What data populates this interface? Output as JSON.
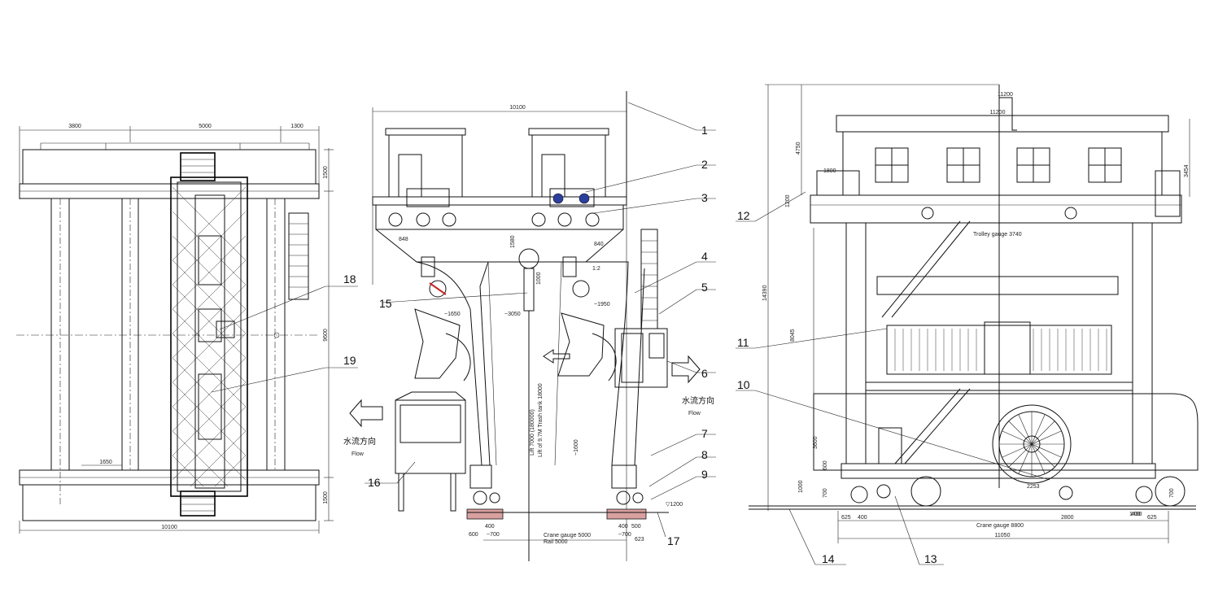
{
  "left_view": {
    "dims_top": [
      "3800",
      "5000",
      "1300"
    ],
    "dim_right_top": "1500",
    "dim_right_mid": "9600",
    "dim_right_bot": "1500",
    "dim_inner": "1650",
    "dim_bottom": "10100",
    "callouts": [
      "18",
      "19"
    ]
  },
  "middle_view": {
    "dim_top": "10100",
    "dims_mid": [
      "848",
      "840",
      "1580",
      "1000",
      "~1650",
      "~3050",
      "~1950"
    ],
    "vertical_labels": [
      "Lift 7000 (180000)",
      "Lift of 9.7M Trash tank 18000",
      "~1600"
    ],
    "dims_bottom_left": [
      "600",
      "400",
      "~700"
    ],
    "dims_bottom_right": [
      "400",
      "500",
      "~700",
      "623"
    ],
    "dims_bottom_center": [
      "Crane gauge 5000",
      "Rail 5000"
    ],
    "elevation_label": "▽1200",
    "slope_label": "1:2",
    "flow_cn": "水流方向",
    "flow_en": "Flow",
    "callouts": [
      "1",
      "2",
      "3",
      "4",
      "5",
      "6",
      "7",
      "8",
      "9",
      "15",
      "16",
      "17"
    ]
  },
  "right_view": {
    "dim_top": "11200",
    "dim_left_vertical": [
      "4750",
      "14390",
      "1200",
      "8045",
      "3600",
      "600",
      "1000",
      "700"
    ],
    "dim_right_vertical": [
      "3454",
      "700",
      "1400"
    ],
    "dims_inner": [
      "1800",
      "Trolley gauge 3740",
      "Trolley gauge 3740"
    ],
    "dims_bottom": [
      "625",
      "400",
      "Crane gauge 8800",
      "2800",
      "400",
      "625",
      "11050",
      "2253"
    ],
    "callouts": [
      "10",
      "11",
      "12",
      "13",
      "14"
    ]
  }
}
